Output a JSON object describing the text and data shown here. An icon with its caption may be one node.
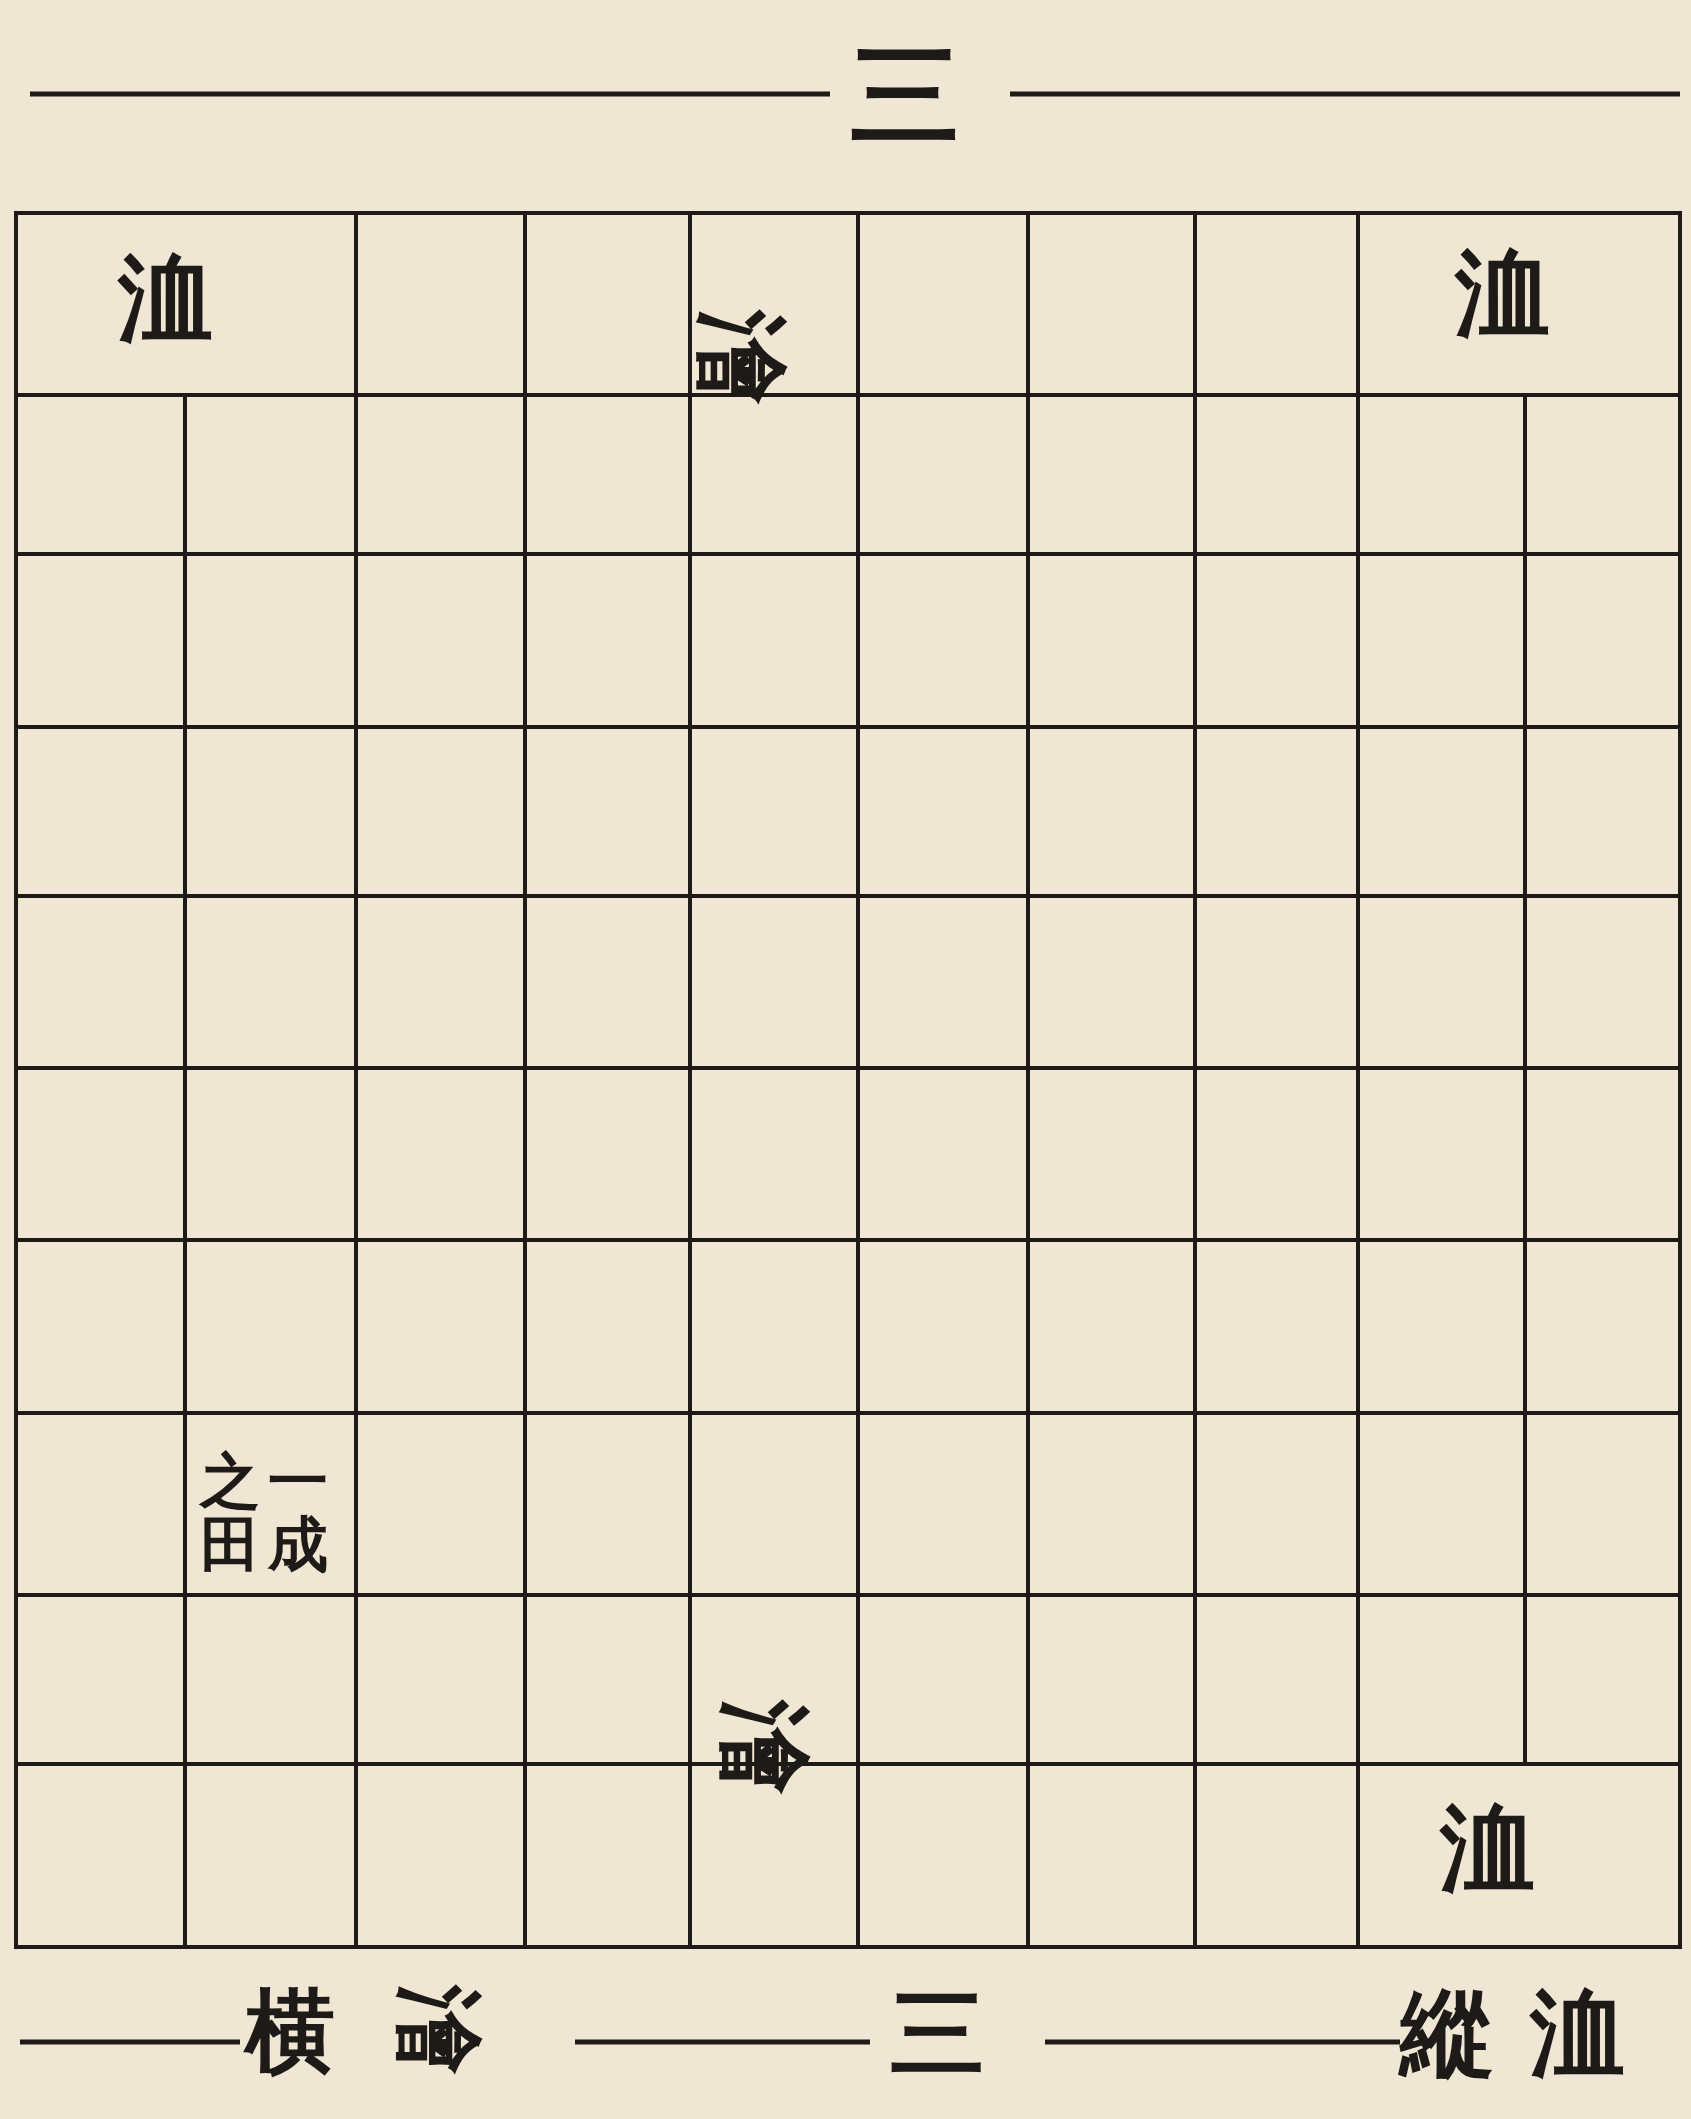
{
  "diagram": {
    "labels": [
      "三",
      "洫",
      "洫",
      "澮",
      "一成之田",
      "澮",
      "洫",
      "横",
      "澮",
      "三",
      "縱",
      "洫"
    ]
  }
}
